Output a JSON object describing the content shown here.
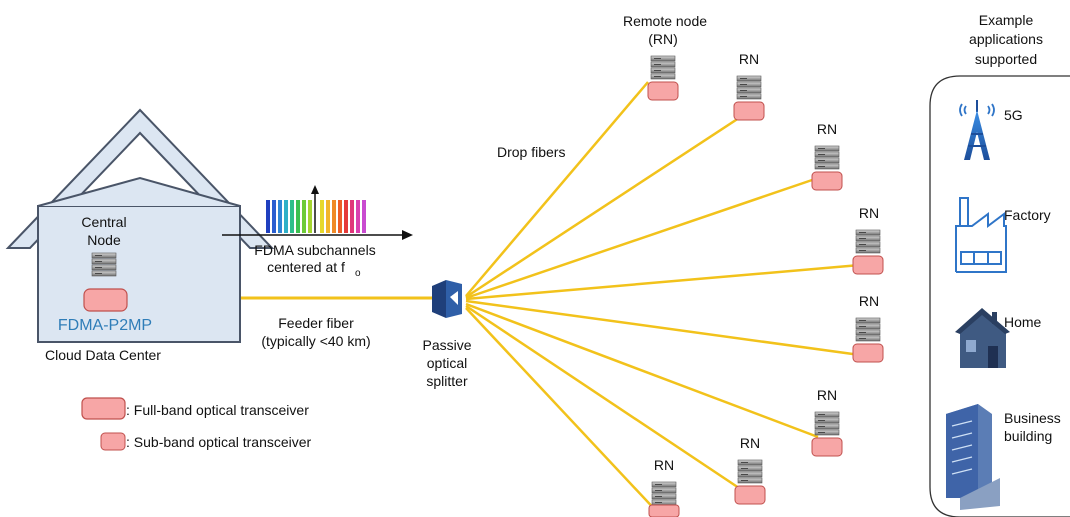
{
  "central": {
    "line1": "Central",
    "line2": "Node",
    "scheme": "FDMA-P2MP",
    "location": "Cloud Data Center"
  },
  "spectrum": {
    "line1": "FDMA subchannels",
    "line2": "centered at f",
    "subscript": "o"
  },
  "feeder": {
    "line1": "Feeder fiber",
    "line2": "(typically <40 km)"
  },
  "splitter": {
    "line1": "Passive",
    "line2": "optical",
    "line3": "splitter"
  },
  "drop_label": "Drop fibers",
  "remote": {
    "title_line1": "Remote node",
    "title_line2": "(RN)",
    "short_label": "RN"
  },
  "legend": {
    "full_band": ": Full-band optical transceiver",
    "sub_band": ": Sub-band optical transceiver"
  },
  "apps": {
    "header_line1": "Example",
    "header_line2": "applications",
    "header_line3": "supported",
    "items": [
      {
        "label": "5G",
        "icon": "cell-tower-icon"
      },
      {
        "label": "Factory",
        "icon": "factory-icon"
      },
      {
        "label": "Home",
        "icon": "home-icon"
      },
      {
        "label": "Business",
        "label2": "building",
        "icon": "office-building-icon"
      }
    ]
  },
  "colors": {
    "fiber": "#F2C21B",
    "transceiver_fill": "#F7A6A6",
    "transceiver_stroke": "#C0504D",
    "house_fill": "#DCE6F2",
    "house_stroke": "#4A5568",
    "scheme_text": "#2F7DB8",
    "icon_blue": "#2F75C8"
  }
}
